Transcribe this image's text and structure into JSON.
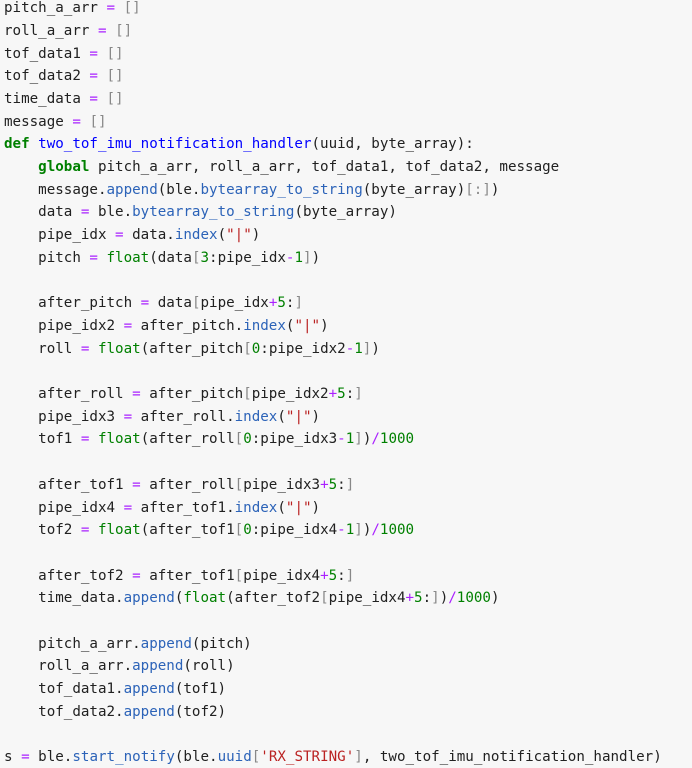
{
  "editor": {
    "colors": {
      "background": "#f7f7f7",
      "text": "#212121",
      "keyword": "#008000",
      "function_name": "#0000ff",
      "operator": "#aa22ff",
      "number": "#008000",
      "string": "#ba2121",
      "builtin": "#008000",
      "attribute": "#2c63b8",
      "bracket": "#888888"
    },
    "lines": [
      [
        [
          "n",
          "pitch_a_arr "
        ],
        [
          "op",
          "="
        ],
        [
          "n",
          " "
        ],
        [
          "br",
          "[]"
        ]
      ],
      [
        [
          "n",
          "roll_a_arr "
        ],
        [
          "op",
          "="
        ],
        [
          "n",
          " "
        ],
        [
          "br",
          "[]"
        ]
      ],
      [
        [
          "n",
          "tof_data1 "
        ],
        [
          "op",
          "="
        ],
        [
          "n",
          " "
        ],
        [
          "br",
          "[]"
        ]
      ],
      [
        [
          "n",
          "tof_data2 "
        ],
        [
          "op",
          "="
        ],
        [
          "n",
          " "
        ],
        [
          "br",
          "[]"
        ]
      ],
      [
        [
          "n",
          "time_data "
        ],
        [
          "op",
          "="
        ],
        [
          "n",
          " "
        ],
        [
          "br",
          "[]"
        ]
      ],
      [
        [
          "n",
          "message "
        ],
        [
          "op",
          "="
        ],
        [
          "n",
          " "
        ],
        [
          "br",
          "[]"
        ]
      ],
      [
        [
          "kw",
          "def"
        ],
        [
          "n",
          " "
        ],
        [
          "fn",
          "two_tof_imu_notification_handler"
        ],
        [
          "n",
          "(uuid, byte_array):"
        ]
      ],
      [
        [
          "n",
          "    "
        ],
        [
          "kw",
          "global"
        ],
        [
          "n",
          " pitch_a_arr, roll_a_arr, tof_data1, tof_data2, message"
        ]
      ],
      [
        [
          "n",
          "    message."
        ],
        [
          "at",
          "append"
        ],
        [
          "n",
          "(ble."
        ],
        [
          "at",
          "bytearray_to_string"
        ],
        [
          "n",
          "(byte_array)"
        ],
        [
          "br",
          "[:]"
        ],
        [
          "n",
          ")"
        ]
      ],
      [
        [
          "n",
          "    data "
        ],
        [
          "op",
          "="
        ],
        [
          "n",
          " ble."
        ],
        [
          "at",
          "bytearray_to_string"
        ],
        [
          "n",
          "(byte_array)"
        ]
      ],
      [
        [
          "n",
          "    pipe_idx "
        ],
        [
          "op",
          "="
        ],
        [
          "n",
          " data."
        ],
        [
          "at",
          "index"
        ],
        [
          "n",
          "("
        ],
        [
          "str",
          "\"|\""
        ],
        [
          "n",
          ")"
        ]
      ],
      [
        [
          "n",
          "    pitch "
        ],
        [
          "op",
          "="
        ],
        [
          "n",
          " "
        ],
        [
          "bi",
          "float"
        ],
        [
          "n",
          "(data"
        ],
        [
          "br",
          "["
        ],
        [
          "num",
          "3"
        ],
        [
          "n",
          ":pipe_idx"
        ],
        [
          "op",
          "-"
        ],
        [
          "num",
          "1"
        ],
        [
          "br",
          "]"
        ],
        [
          "n",
          ")"
        ]
      ],
      [],
      [
        [
          "n",
          "    after_pitch "
        ],
        [
          "op",
          "="
        ],
        [
          "n",
          " data"
        ],
        [
          "br",
          "["
        ],
        [
          "n",
          "pipe_idx"
        ],
        [
          "op",
          "+"
        ],
        [
          "num",
          "5"
        ],
        [
          "n",
          ":"
        ],
        [
          "br",
          "]"
        ]
      ],
      [
        [
          "n",
          "    pipe_idx2 "
        ],
        [
          "op",
          "="
        ],
        [
          "n",
          " after_pitch."
        ],
        [
          "at",
          "index"
        ],
        [
          "n",
          "("
        ],
        [
          "str",
          "\"|\""
        ],
        [
          "n",
          ")"
        ]
      ],
      [
        [
          "n",
          "    roll "
        ],
        [
          "op",
          "="
        ],
        [
          "n",
          " "
        ],
        [
          "bi",
          "float"
        ],
        [
          "n",
          "(after_pitch"
        ],
        [
          "br",
          "["
        ],
        [
          "num",
          "0"
        ],
        [
          "n",
          ":pipe_idx2"
        ],
        [
          "op",
          "-"
        ],
        [
          "num",
          "1"
        ],
        [
          "br",
          "]"
        ],
        [
          "n",
          ")"
        ]
      ],
      [],
      [
        [
          "n",
          "    after_roll "
        ],
        [
          "op",
          "="
        ],
        [
          "n",
          " after_pitch"
        ],
        [
          "br",
          "["
        ],
        [
          "n",
          "pipe_idx2"
        ],
        [
          "op",
          "+"
        ],
        [
          "num",
          "5"
        ],
        [
          "n",
          ":"
        ],
        [
          "br",
          "]"
        ]
      ],
      [
        [
          "n",
          "    pipe_idx3 "
        ],
        [
          "op",
          "="
        ],
        [
          "n",
          " after_roll."
        ],
        [
          "at",
          "index"
        ],
        [
          "n",
          "("
        ],
        [
          "str",
          "\"|\""
        ],
        [
          "n",
          ")"
        ]
      ],
      [
        [
          "n",
          "    tof1 "
        ],
        [
          "op",
          "="
        ],
        [
          "n",
          " "
        ],
        [
          "bi",
          "float"
        ],
        [
          "n",
          "(after_roll"
        ],
        [
          "br",
          "["
        ],
        [
          "num",
          "0"
        ],
        [
          "n",
          ":pipe_idx3"
        ],
        [
          "op",
          "-"
        ],
        [
          "num",
          "1"
        ],
        [
          "br",
          "]"
        ],
        [
          "n",
          ")"
        ],
        [
          "op",
          "/"
        ],
        [
          "num",
          "1000"
        ]
      ],
      [],
      [
        [
          "n",
          "    after_tof1 "
        ],
        [
          "op",
          "="
        ],
        [
          "n",
          " after_roll"
        ],
        [
          "br",
          "["
        ],
        [
          "n",
          "pipe_idx3"
        ],
        [
          "op",
          "+"
        ],
        [
          "num",
          "5"
        ],
        [
          "n",
          ":"
        ],
        [
          "br",
          "]"
        ]
      ],
      [
        [
          "n",
          "    pipe_idx4 "
        ],
        [
          "op",
          "="
        ],
        [
          "n",
          " after_tof1."
        ],
        [
          "at",
          "index"
        ],
        [
          "n",
          "("
        ],
        [
          "str",
          "\"|\""
        ],
        [
          "n",
          ")"
        ]
      ],
      [
        [
          "n",
          "    tof2 "
        ],
        [
          "op",
          "="
        ],
        [
          "n",
          " "
        ],
        [
          "bi",
          "float"
        ],
        [
          "n",
          "(after_tof1"
        ],
        [
          "br",
          "["
        ],
        [
          "num",
          "0"
        ],
        [
          "n",
          ":pipe_idx4"
        ],
        [
          "op",
          "-"
        ],
        [
          "num",
          "1"
        ],
        [
          "br",
          "]"
        ],
        [
          "n",
          ")"
        ],
        [
          "op",
          "/"
        ],
        [
          "num",
          "1000"
        ]
      ],
      [],
      [
        [
          "n",
          "    after_tof2 "
        ],
        [
          "op",
          "="
        ],
        [
          "n",
          " after_tof1"
        ],
        [
          "br",
          "["
        ],
        [
          "n",
          "pipe_idx4"
        ],
        [
          "op",
          "+"
        ],
        [
          "num",
          "5"
        ],
        [
          "n",
          ":"
        ],
        [
          "br",
          "]"
        ]
      ],
      [
        [
          "n",
          "    time_data."
        ],
        [
          "at",
          "append"
        ],
        [
          "n",
          "("
        ],
        [
          "bi",
          "float"
        ],
        [
          "n",
          "(after_tof2"
        ],
        [
          "br",
          "["
        ],
        [
          "n",
          "pipe_idx4"
        ],
        [
          "op",
          "+"
        ],
        [
          "num",
          "5"
        ],
        [
          "n",
          ":"
        ],
        [
          "br",
          "]"
        ],
        [
          "n",
          ")"
        ],
        [
          "op",
          "/"
        ],
        [
          "num",
          "1000"
        ],
        [
          "n",
          ")"
        ]
      ],
      [],
      [
        [
          "n",
          "    pitch_a_arr."
        ],
        [
          "at",
          "append"
        ],
        [
          "n",
          "(pitch)"
        ]
      ],
      [
        [
          "n",
          "    roll_a_arr."
        ],
        [
          "at",
          "append"
        ],
        [
          "n",
          "(roll)"
        ]
      ],
      [
        [
          "n",
          "    tof_data1."
        ],
        [
          "at",
          "append"
        ],
        [
          "n",
          "(tof1)"
        ]
      ],
      [
        [
          "n",
          "    tof_data2."
        ],
        [
          "at",
          "append"
        ],
        [
          "n",
          "(tof2)"
        ]
      ],
      [],
      [
        [
          "n",
          "s "
        ],
        [
          "op",
          "="
        ],
        [
          "n",
          " ble."
        ],
        [
          "at",
          "start_notify"
        ],
        [
          "n",
          "(ble."
        ],
        [
          "at",
          "uuid"
        ],
        [
          "br",
          "["
        ],
        [
          "str",
          "'RX_STRING'"
        ],
        [
          "br",
          "]"
        ],
        [
          "n",
          ", two_tof_imu_notification_handler)"
        ]
      ]
    ]
  }
}
